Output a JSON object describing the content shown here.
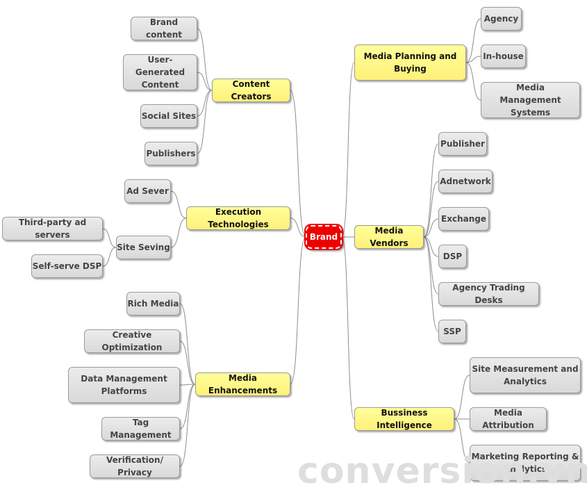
{
  "root": {
    "label": "Brand"
  },
  "branches": [
    {
      "label": "Content Creators",
      "children": [
        "Brand content",
        "User-Generated\nContent",
        "Social Sites",
        "Publishers"
      ]
    },
    {
      "label": "Execution Technologies",
      "children": [
        "Ad Sever",
        "Site Seving"
      ],
      "grandchildren": [
        "Third-party ad servers",
        "Self-serve DSP"
      ]
    },
    {
      "label": "Media Enhancements",
      "children": [
        "Rich Media",
        "Creative Optimization",
        "Data Management\nPlatforms",
        "Tag Management",
        "Verification/ Privacy"
      ]
    },
    {
      "label": "Media Planning and\nBuying",
      "children": [
        "Agency",
        "In-house",
        "Media\nManagement Systems"
      ]
    },
    {
      "label": "Media Vendors",
      "children": [
        "Publisher",
        "Adnetwork",
        "Exchange",
        "DSP",
        "Agency Trading Desks",
        "SSP"
      ]
    },
    {
      "label": "Bussiness Intelligence",
      "children": [
        "Site Measurement and\nAnalytics",
        "Media Attribution",
        "Marketing Reporting &\nAnalytics"
      ]
    }
  ],
  "watermark": "conversion.vn",
  "colors": {
    "root": "#ee0000",
    "branch": "#ffff99",
    "leaf": "#e3e3e3",
    "link": "#8c8c8c"
  }
}
